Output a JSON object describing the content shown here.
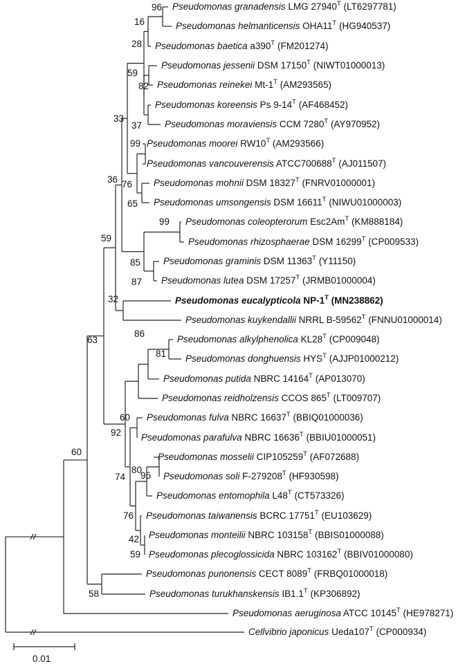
{
  "tree": {
    "genus": "Pseudomonas",
    "taxa": [
      {
        "id": "granadensis",
        "genus": "Pseudomonas",
        "species": "granadensis",
        "strain": "LMG 27940",
        "sup": "T",
        "accession": "(LT6297781)"
      },
      {
        "id": "helmanticensis",
        "genus": "Pseudomonas",
        "species": "helmanticensis",
        "strain": "OHA11",
        "sup": "T",
        "accession": "(HG940537)"
      },
      {
        "id": "baetica",
        "genus": "Pseudomonas",
        "species": "baetica",
        "strain": "a390",
        "sup": "T",
        "accession": "(FM201274)"
      },
      {
        "id": "jessenii",
        "genus": "Pseudomonas",
        "species": "jessenii",
        "strain": "DSM 17150",
        "sup": "T",
        "accession": "(NIWT01000013)"
      },
      {
        "id": "reinekei",
        "genus": "Pseudomonas",
        "species": "reinekei",
        "strain": "Mt-1",
        "sup": "T",
        "accession": "(AM293565)"
      },
      {
        "id": "koreensis",
        "genus": "Pseudomonas",
        "species": "koreensis",
        "strain": "Ps 9-14",
        "sup": "T",
        "accession": "(AF468452)"
      },
      {
        "id": "moraviensis",
        "genus": "Pseudomonas",
        "species": "moraviensis",
        "strain": "CCM 7280",
        "sup": "T",
        "accession": "(AY970952)"
      },
      {
        "id": "moorei",
        "genus": "Pseudomonas",
        "species": "moorei",
        "strain": "RW10",
        "sup": "T",
        "accession": "(AM293566)"
      },
      {
        "id": "vancouverensis",
        "genus": "Pseudomonas",
        "species": "vancouverensis",
        "strain": "ATCC700688",
        "sup": "T",
        "accession": "(AJ011507)"
      },
      {
        "id": "mohnii",
        "genus": "Pseudomonas",
        "species": "mohnii",
        "strain": "DSM 18327",
        "sup": "T",
        "accession": "(FNRV01000001)"
      },
      {
        "id": "umsongensis",
        "genus": "Pseudomonas",
        "species": "umsongensis",
        "strain": "DSM 16611",
        "sup": "T",
        "accession": "(NIWU01000003)"
      },
      {
        "id": "coleopterorum",
        "genus": "Pseudomonas",
        "species": "coleopterorum",
        "strain": "Esc2Am",
        "sup": "T",
        "accession": "(KM888184)"
      },
      {
        "id": "rhizosphaerae",
        "genus": "Pseudomonas",
        "species": "rhizosphaerae",
        "strain": "DSM 16299",
        "sup": "T",
        "accession": "(CP009533)"
      },
      {
        "id": "graminis",
        "genus": "Pseudomonas",
        "species": "graminis",
        "strain": "DSM 11363",
        "sup": "T",
        "accession": "(Y11150)"
      },
      {
        "id": "lutea",
        "genus": "Pseudomonas",
        "species": "lutea",
        "strain": "DSM 17257",
        "sup": "T",
        "accession": "(JRMB01000004)"
      },
      {
        "id": "eucalypticola",
        "genus": "Pseudomonas",
        "species": "eucalypticola",
        "strain": "NP-1",
        "sup": "T",
        "accession": "(MN238862)",
        "bold": true
      },
      {
        "id": "kuykendallii",
        "genus": "Pseudomonas",
        "species": "kuykendallii",
        "strain": "NRRL B-59562",
        "sup": "T",
        "accession": "(FNNU01000014)"
      },
      {
        "id": "alkylphenolica",
        "genus": "Pseudomonas",
        "species": "alkylphenolica",
        "strain": "KL28",
        "sup": "T",
        "accession": "(CP009048)"
      },
      {
        "id": "donghuensis",
        "genus": "Pseudomonas",
        "species": "donghuensis",
        "strain": "HYS",
        "sup": "T",
        "accession": "(AJJP01000212)"
      },
      {
        "id": "putida",
        "genus": "Pseudomonas",
        "species": "putida",
        "strain": "NBRC 14164",
        "sup": "T",
        "accession": "(AP013070)"
      },
      {
        "id": "reidholzensis",
        "genus": "Pseudomonas",
        "species": "reidholzensis",
        "strain": "CCOS 865",
        "sup": "T",
        "accession": "(LT009707)"
      },
      {
        "id": "fulva",
        "genus": "Pseudomonas",
        "species": "fulva",
        "strain": "NBRC 16637",
        "sup": "T",
        "accession": "(BBIQ01000036)"
      },
      {
        "id": "parafulva",
        "genus": "Pseudomonas",
        "species": "parafulva",
        "strain": "NBRC 16636",
        "sup": "T",
        "accession": "(BBIU01000051)"
      },
      {
        "id": "mosselii",
        "genus": "Pseudomonas",
        "species": "mosselii",
        "strain": "CIP105259",
        "sup": "T",
        "accession": "(AF072688)"
      },
      {
        "id": "soli",
        "genus": "Pseudomonas",
        "species": "soli",
        "strain": "F-279208",
        "sup": "T",
        "accession": "(HF930598)"
      },
      {
        "id": "entomophila",
        "genus": "Pseudomonas",
        "species": "entomophila",
        "strain": "L48",
        "sup": "T",
        "accession": "(CT573326)"
      },
      {
        "id": "taiwanensis",
        "genus": "Pseudomonas",
        "species": "taiwanensis",
        "strain": "BCRC 17751",
        "sup": "T",
        "accession": "(EU103629)"
      },
      {
        "id": "monteilii",
        "genus": "Pseudomonas",
        "species": "monteilii",
        "strain": "NBRC 103158",
        "sup": "T",
        "accession": "(BBIS01000088)"
      },
      {
        "id": "plecoglossicida",
        "genus": "Pseudomonas",
        "species": "plecoglossicida",
        "strain": "NBRC 103162",
        "sup": "T",
        "accession": "(BBIV01000080)"
      },
      {
        "id": "punonensis",
        "genus": "Pseudomonas",
        "species": "punonensis",
        "strain": "CECT 8089",
        "sup": "T",
        "accession": "(FRBQ01000018)"
      },
      {
        "id": "turukhanskensis",
        "genus": "Pseudomonas",
        "species": "turukhanskensis",
        "strain": "IB1.1",
        "sup": "T",
        "accession": "(KP306892)"
      },
      {
        "id": "aeruginosa",
        "genus": "Pseudomonas",
        "species": "aeruginosa",
        "strain": "ATCC 10145",
        "sup": "T",
        "accession": "(HE978271)"
      },
      {
        "id": "japonicus",
        "genus": "Cellvibrio",
        "species": "japonicus",
        "strain": "Ueda107",
        "sup": "T",
        "accession": "(CP000934)"
      }
    ],
    "bootstrap": [
      {
        "node": "n_gran_helm",
        "value": "96"
      },
      {
        "node": "n_gh_baet",
        "value": "16"
      },
      {
        "node": "n_ghb_rest",
        "value": "28"
      },
      {
        "node": "n_jess_rein",
        "value": "82"
      },
      {
        "node": "n_jessgrp",
        "value": "59"
      },
      {
        "node": "n_kor_mor",
        "value": "37"
      },
      {
        "node": "n_moor_vanc",
        "value": "99"
      },
      {
        "node": "n_moh_ums",
        "value": "65"
      },
      {
        "node": "n_moorgrp",
        "value": "76"
      },
      {
        "node": "n_upper",
        "value": "33"
      },
      {
        "node": "n_cole_rhiz",
        "value": "99"
      },
      {
        "node": "n_gram_lut",
        "value": "87"
      },
      {
        "node": "n_colegrp",
        "value": "85"
      },
      {
        "node": "n_bigA",
        "value": "36"
      },
      {
        "node": "n_euc_kuy",
        "value": "32"
      },
      {
        "node": "n_cladeA",
        "value": "59"
      },
      {
        "node": "n_alk_dong",
        "value": "81"
      },
      {
        "node": "n_alkput",
        "value": "86"
      },
      {
        "node": "n_fulva",
        "value": "60"
      },
      {
        "node": "n_moss_soli",
        "value": "95"
      },
      {
        "node": "n_mossent",
        "value": "80"
      },
      {
        "node": "n_mon_plec",
        "value": "59"
      },
      {
        "node": "n_taiw",
        "value": "42"
      },
      {
        "node": "n_mossgrp",
        "value": "76"
      },
      {
        "node": "n_fulv_moss",
        "value": "74"
      },
      {
        "node": "n_cladeB",
        "value": "92"
      },
      {
        "node": "n_AB",
        "value": "63"
      },
      {
        "node": "n_pun_tur",
        "value": "58"
      },
      {
        "node": "n_pseudo",
        "value": "60"
      }
    ],
    "scale_label": "0.01"
  }
}
